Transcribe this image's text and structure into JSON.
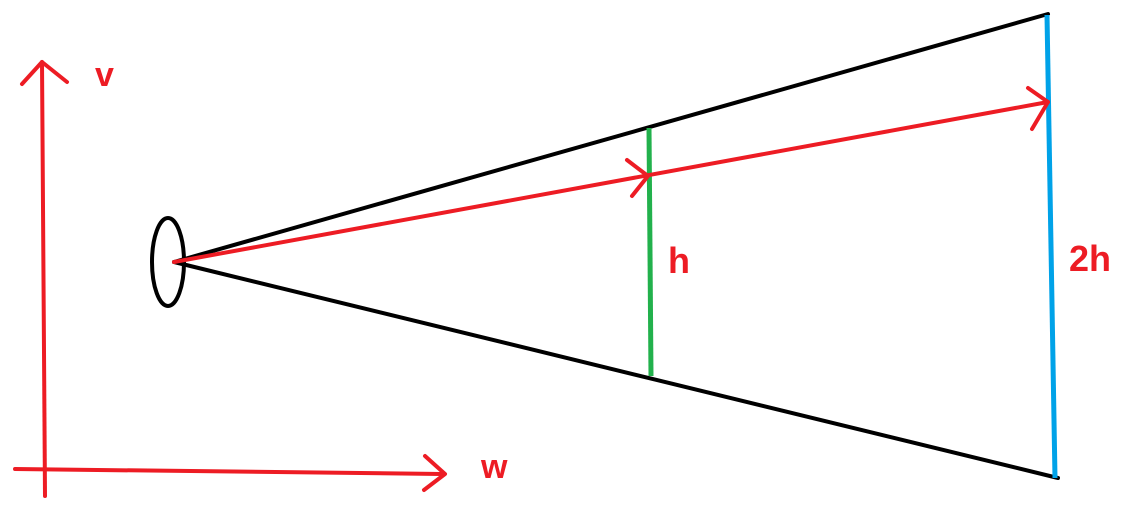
{
  "labels": {
    "v_axis": "v",
    "w_axis": "w",
    "near_height": "h",
    "far_height": "2h"
  },
  "colors": {
    "axes": "#ed1c24",
    "ray": "#ed1c24",
    "frustum": "#000000",
    "near_plane": "#22b14c",
    "far_plane": "#00a2e8",
    "text": "#ed1c24"
  }
}
